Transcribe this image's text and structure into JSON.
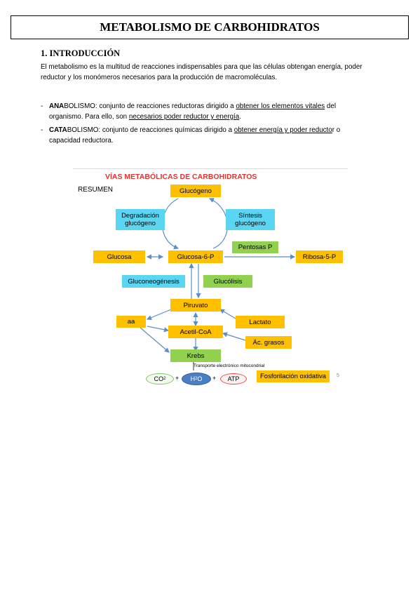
{
  "title": "METABOLISMO DE CARBOHIDRATOS",
  "section": "1.  INTRODUCCIÓN",
  "intro": {
    "line1": "El metabolismo es la multitud de reacciones indispensables para que las células obtengan energía, poder",
    "line2": "reductor y los monómeros necesarios para la producción de macromoléculas."
  },
  "bullets": [
    {
      "dash": "-",
      "term_bold": "ANA",
      "term_rest": "BOLISMO",
      "pre": ":  conjunto de reacciones reductoras dirigido a ",
      "u1": "obtener los elementos vitales",
      "mid": " del",
      "line2_pre": "organismo. Para ello, son ",
      "u2": "necesarios poder reductor y energía",
      "line2_post": "."
    },
    {
      "dash": "-",
      "term_bold": "CATA",
      "term_rest": "BOLISMO",
      "pre": ": conjunto de reacciones químicas dirigido a ",
      "u1": "obtener energía y poder reducto",
      "mid": "r o",
      "line2_pre": "capacidad reductora.",
      "u2": "",
      "line2_post": ""
    }
  ],
  "diagram": {
    "title": "VÍAS METABÓLICAS DE CARBOHIDRATOS",
    "resumen": "RESUMEN",
    "glucogeno": "Glucógeno",
    "degradacion": "Degradación glucógeno",
    "sintesis": "Síntesis glucógeno",
    "glucosa": "Glucosa",
    "glucosa6p": "Glucosa-6-P",
    "pentosas": "Pentosas P",
    "ribosa": "Ribosa-5-P",
    "gluconeogenesis": "Gluconeogénesis",
    "glucolisis": "Glucólisis",
    "piruvato": "Piruvato",
    "aa": "aa",
    "lactato": "Lactato",
    "acetilcoa": "Acetil-CoA",
    "acgrasos": "Ác. grasos",
    "krebs": "Krebs",
    "transporte": "Transporte electrónico mitocondrial",
    "co2": "CO",
    "co2_sub": "2",
    "h2o_h": "H",
    "h2o_sub": "2",
    "h2o_o": "O",
    "atp": "ATP",
    "plus": "+",
    "fosforilacion": "Fosforilación oxidativa",
    "page_num": "5",
    "colors": {
      "title_red": "#e3342f",
      "orange": "#ffc000",
      "green": "#92d050",
      "cyan": "#5bd6f2",
      "blue_arrow": "#5b8fc9"
    }
  }
}
